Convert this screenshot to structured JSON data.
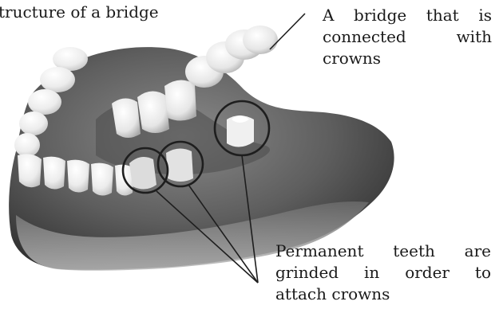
{
  "figure": {
    "title": "tructure of a bridge",
    "bridge_callout": {
      "line1_words": [
        "A",
        "bridge",
        "that",
        "is"
      ],
      "line2_words": [
        "connected",
        "with"
      ],
      "line3": "crowns"
    },
    "teeth_callout": {
      "line1_words": [
        "Permanent",
        "teeth",
        "are"
      ],
      "line2_words": [
        "grinded",
        "in",
        "order",
        "to"
      ],
      "line3": "attach crowns"
    }
  }
}
